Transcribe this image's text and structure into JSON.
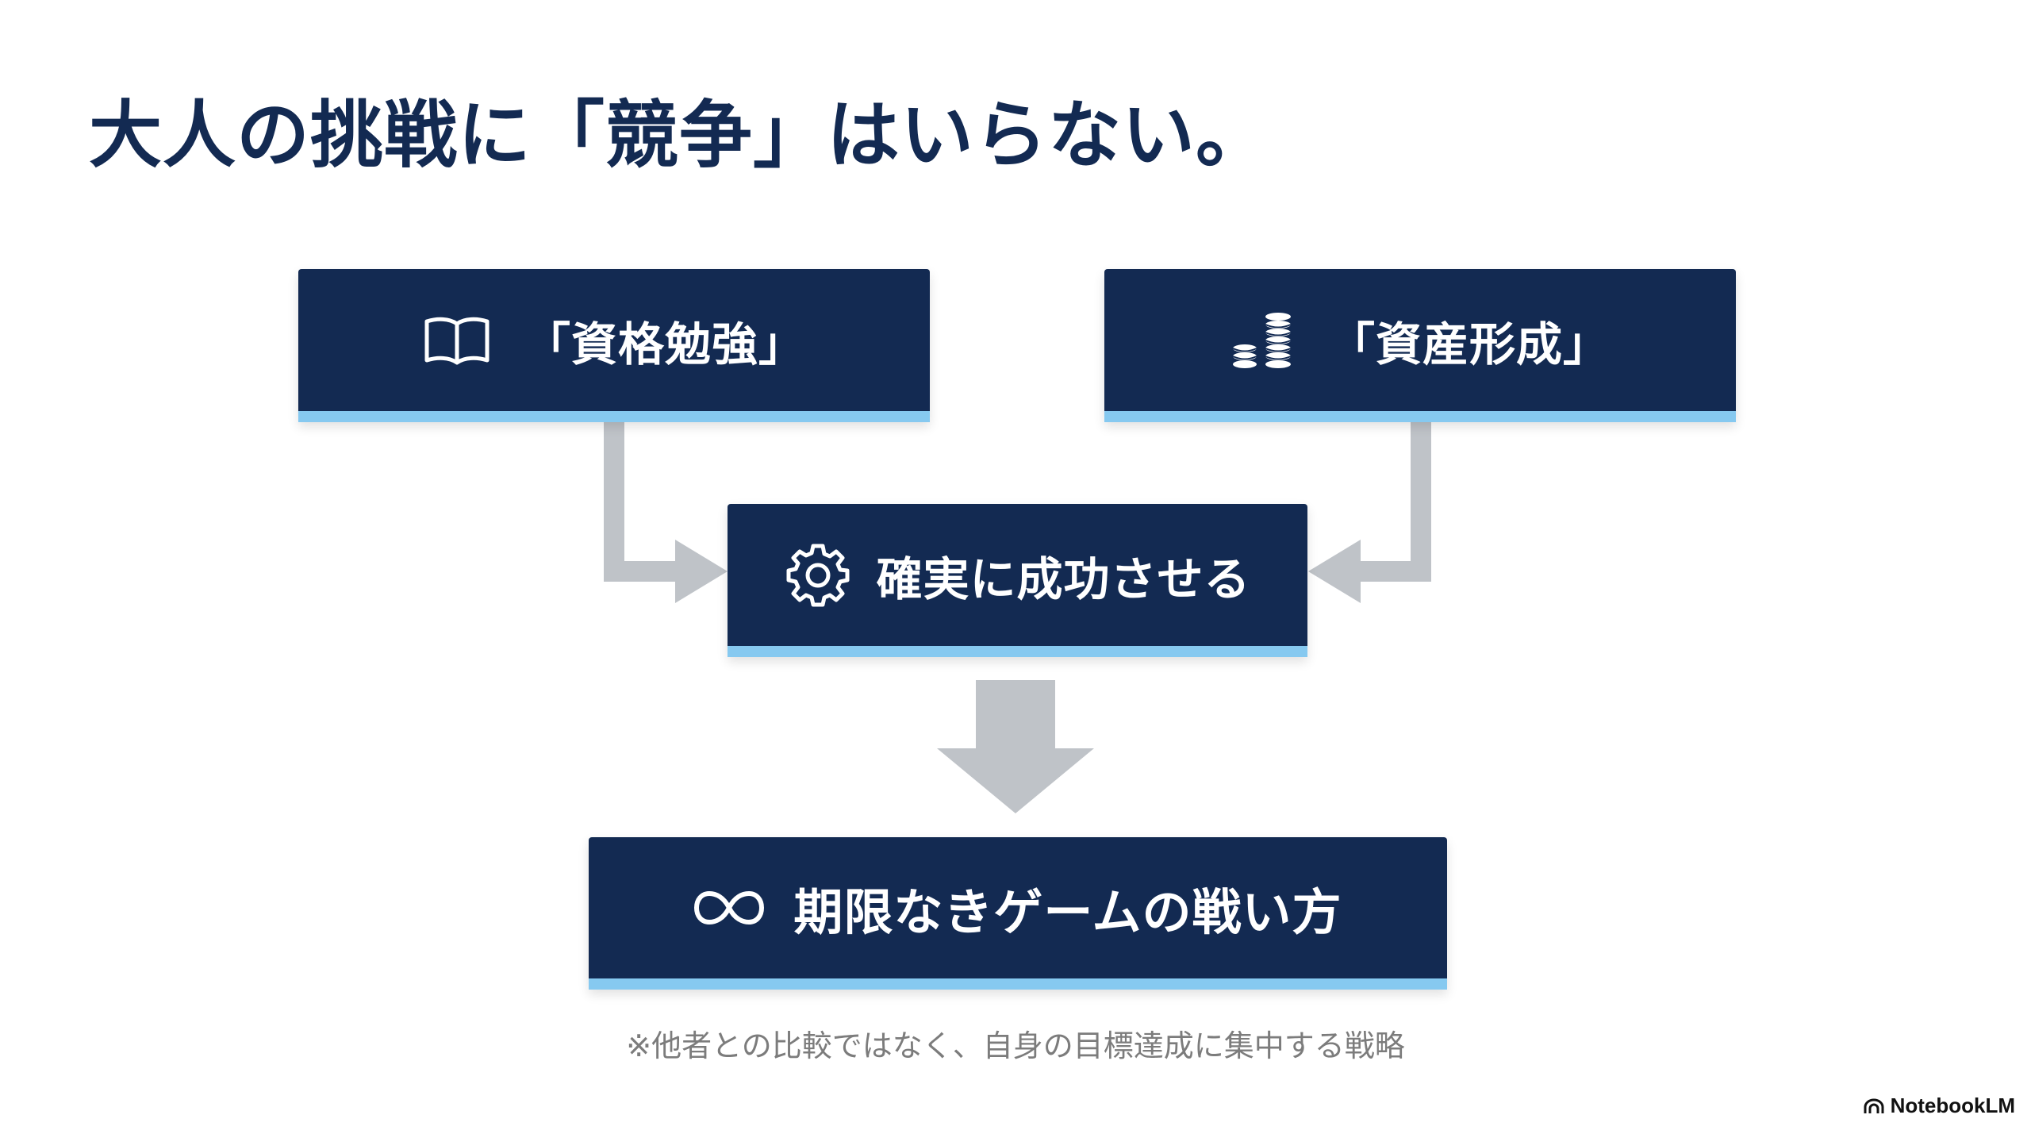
{
  "title": "大人の挑戦に「競争」はいらない。",
  "boxes": {
    "left": {
      "label": "「資格勉強」",
      "icon": "open-book-icon"
    },
    "right": {
      "label": "「資産形成」",
      "icon": "coin-stack-icon"
    },
    "middle": {
      "label": "確実に成功させる",
      "icon": "gear-icon"
    },
    "final": {
      "label": "期限なきゲームの戦い方",
      "icon": "infinity-icon"
    }
  },
  "footnote": "※他者との比較ではなく、自身の目標達成に集中する戦略",
  "brand": {
    "label": "NotebookLM",
    "icon": "notebooklm-logo-icon"
  },
  "colors": {
    "title": "#132a52",
    "box_fill": "#132a52",
    "box_accent": "#86c9f0",
    "arrow": "#bfc3c8",
    "footnote": "#7c7c7c"
  }
}
